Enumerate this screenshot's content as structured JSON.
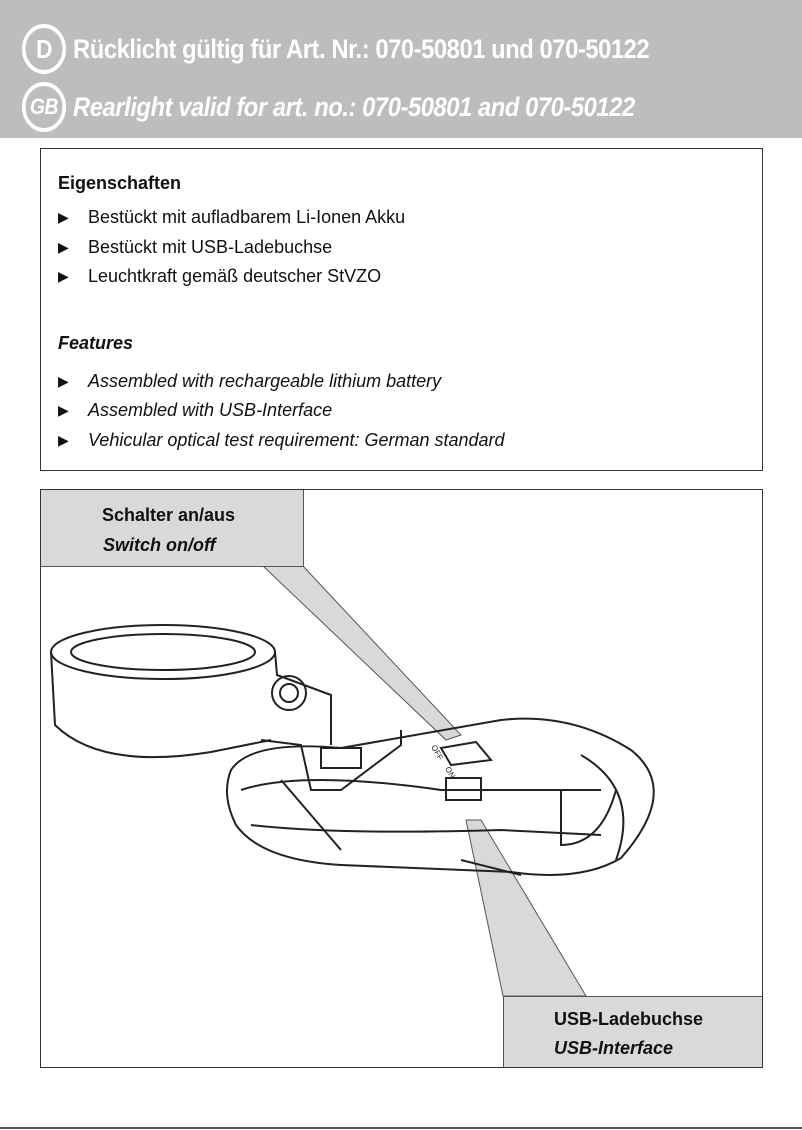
{
  "header": {
    "de": {
      "badge": "D",
      "title": "Rücklicht gültig für Art. Nr.: 070-50801 und 070-50122"
    },
    "gb": {
      "badge": "GB",
      "title": "Rearlight valid for art. no.: 070-50801 and 070-50122"
    }
  },
  "features_de": {
    "title": "Eigenschaften",
    "items": [
      "Bestückt mit aufladbarem Li-Ionen Akku",
      "Bestückt mit USB-Ladebuchse",
      "Leuchtkraft gemäß deutscher StVZO"
    ]
  },
  "features_en": {
    "title": "Features",
    "items": [
      "Assembled with rechargeable lithium battery",
      "Assembled with USB-Interface",
      "Vehicular optical test requirement: German standard"
    ]
  },
  "bullet_icon": "triangle-right",
  "diagram": {
    "switch_label_de": "Schalter an/aus",
    "switch_label_en": "Switch on/off",
    "usb_label_de": "USB-Ladebuchse",
    "usb_label_en": "USB-Interface",
    "switch_off": "OFF",
    "switch_on": "ON"
  },
  "colors": {
    "header_bg": "#bdbdbd",
    "callout_bg": "#d9d9d9"
  }
}
